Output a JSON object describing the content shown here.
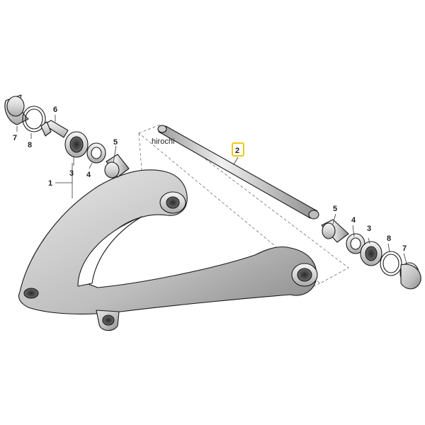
{
  "watermark": "hirochi",
  "highlight_color": "#f2c80f",
  "callouts": {
    "c1": "1",
    "c2": "2",
    "c3_left": "3",
    "c4_left": "4",
    "c5_left": "5",
    "c6": "6",
    "c7_left": "7",
    "c8_left": "8",
    "c5_right": "5",
    "c4_right": "4",
    "c3_right": "3",
    "c8_right": "8",
    "c7_right": "7"
  }
}
